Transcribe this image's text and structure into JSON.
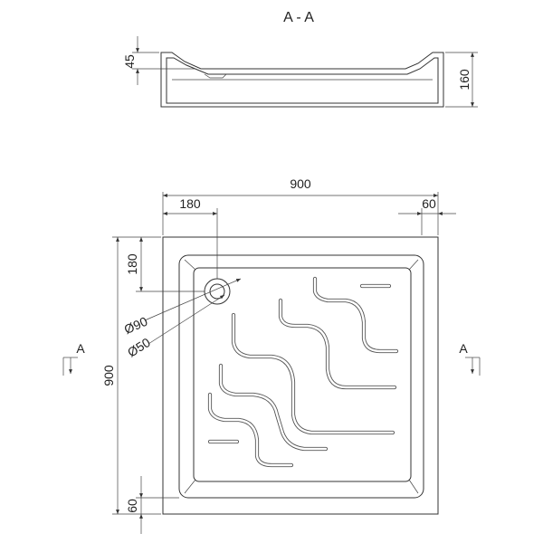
{
  "section_title": "A - A",
  "section_view": {
    "depth_label": "45",
    "height_label": "160"
  },
  "plan_view": {
    "width_label": "900",
    "height_label": "900",
    "drain_offset_x_label": "180",
    "drain_offset_y_label": "180",
    "rim_right_label": "60",
    "rim_bottom_label": "60",
    "drain_outer_label": "Ø90",
    "drain_inner_label": "Ø50",
    "section_marker_left": "A",
    "section_marker_right": "A"
  },
  "colors": {
    "line": "#333333",
    "background": "#ffffff"
  }
}
